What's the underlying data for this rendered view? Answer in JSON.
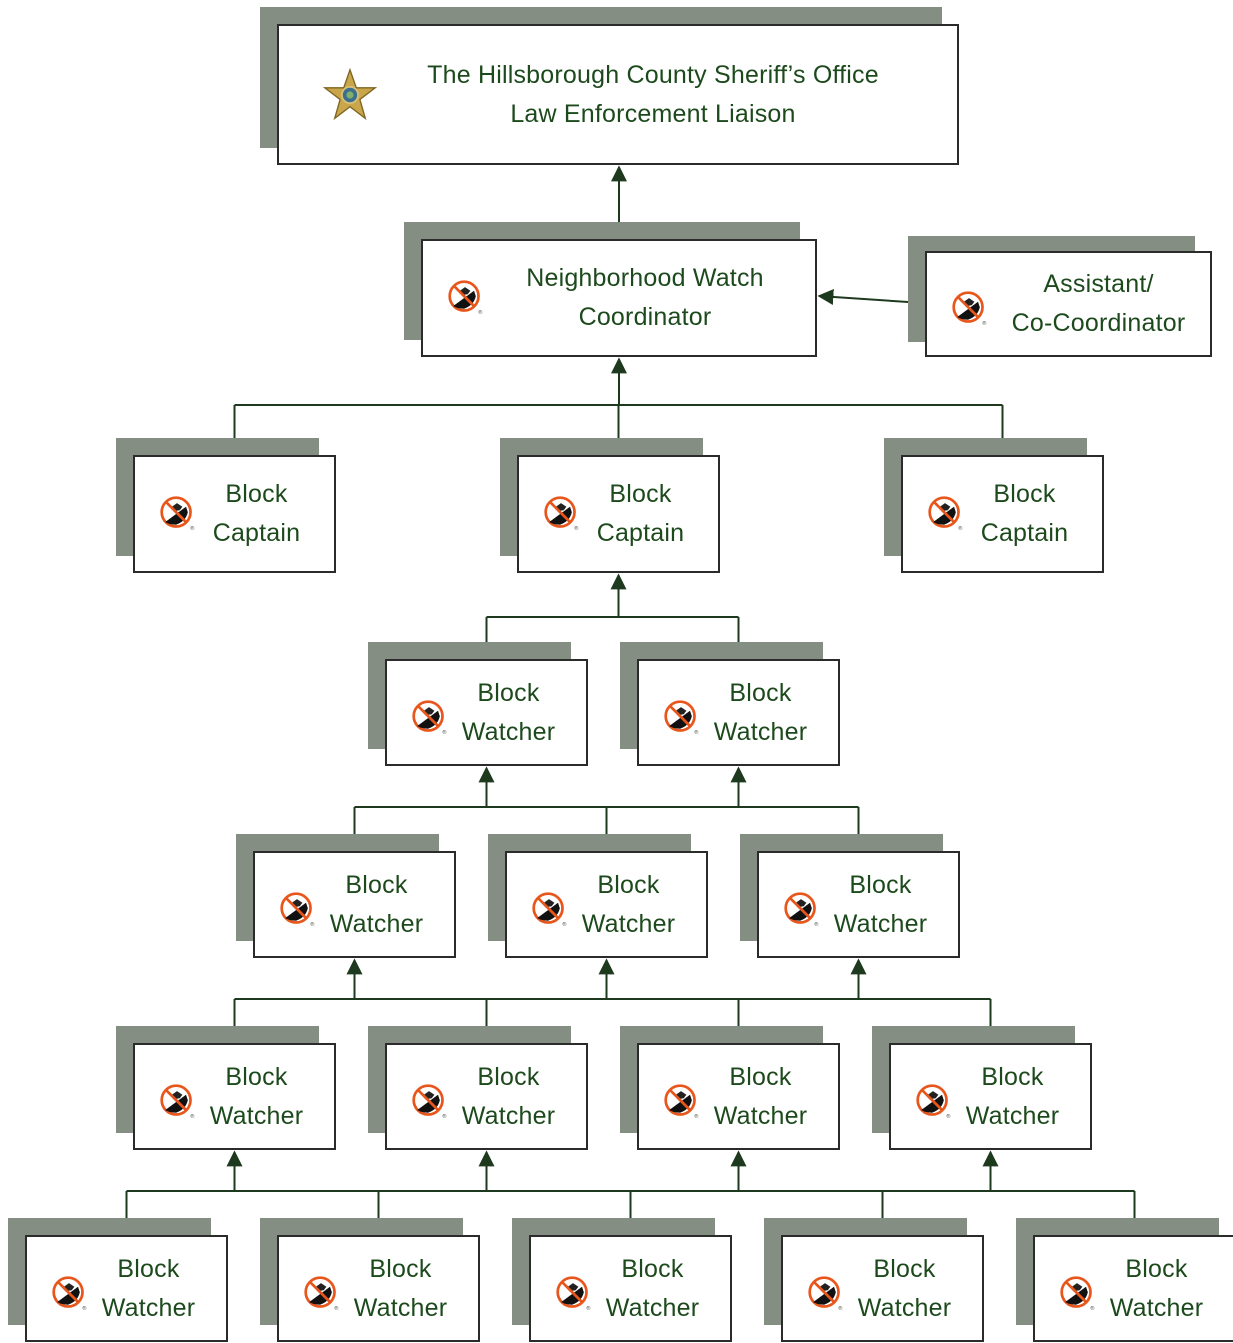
{
  "header": {
    "title_line1": "The Hillsborough County Sheriff’s Office",
    "title_line2": "Law Enforcement Liaison",
    "icon": "sheriff-star-icon"
  },
  "coordinator": {
    "label": "Neighborhood Watch\nCoordinator",
    "icon": "neighborhood-watch-icon"
  },
  "assistant": {
    "label": "Assistant/\nCo-Coordinator",
    "icon": "neighborhood-watch-icon"
  },
  "captains": [
    {
      "label": "Block\nCaptain"
    },
    {
      "label": "Block\nCaptain"
    },
    {
      "label": "Block\nCaptain"
    }
  ],
  "watcher_rows": [
    {
      "items": [
        {
          "label": "Block\nWatcher"
        },
        {
          "label": "Block\nWatcher"
        }
      ]
    },
    {
      "items": [
        {
          "label": "Block\nWatcher"
        },
        {
          "label": "Block\nWatcher"
        },
        {
          "label": "Block\nWatcher"
        }
      ]
    },
    {
      "items": [
        {
          "label": "Block\nWatcher"
        },
        {
          "label": "Block\nWatcher"
        },
        {
          "label": "Block\nWatcher"
        },
        {
          "label": "Block\nWatcher"
        }
      ]
    },
    {
      "items": [
        {
          "label": "Block\nWatcher"
        },
        {
          "label": "Block\nWatcher"
        },
        {
          "label": "Block\nWatcher"
        },
        {
          "label": "Block\nWatcher"
        },
        {
          "label": "Block\nWatcher"
        }
      ]
    }
  ],
  "colors": {
    "box_shadow": "#848e82",
    "text": "#1d4a1d",
    "connector": "#1e3a1e",
    "icon_ring": "#e8561b"
  }
}
